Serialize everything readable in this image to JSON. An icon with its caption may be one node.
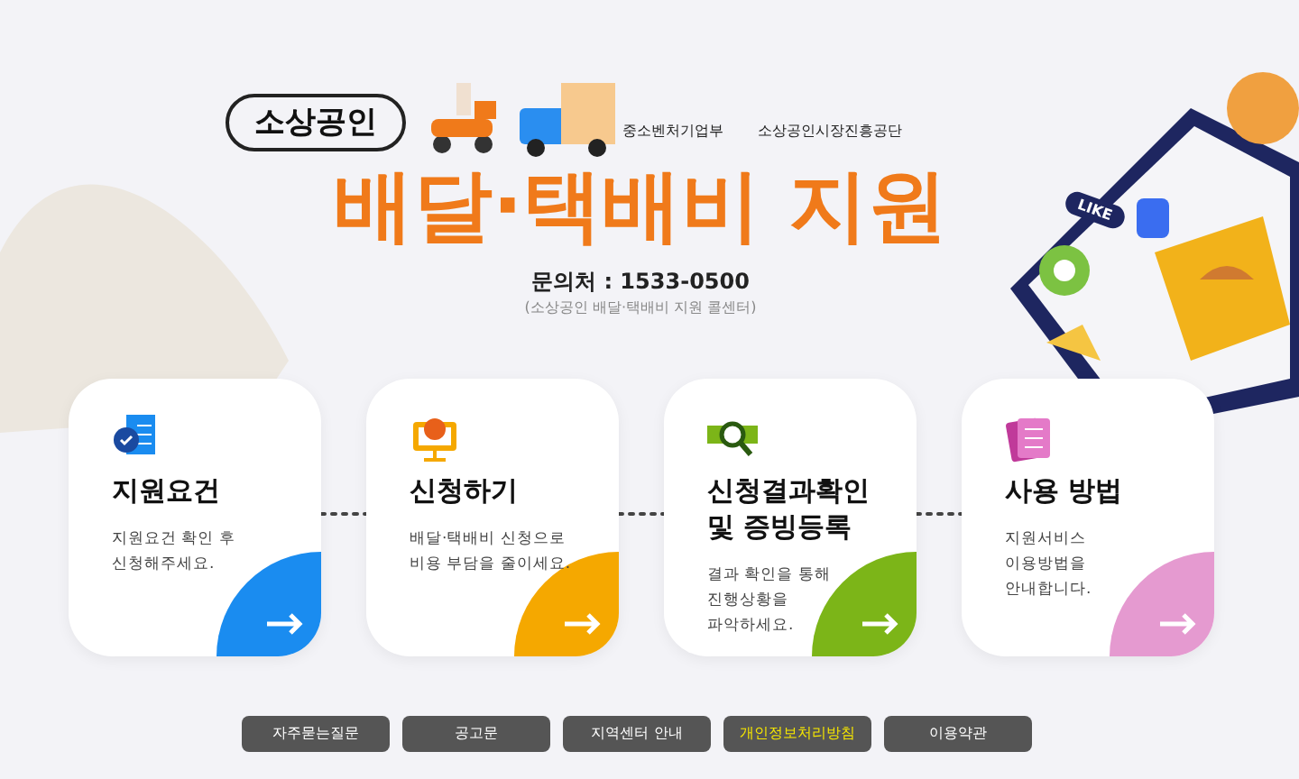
{
  "diagram": {
    "title": "배달·택배비 지원",
    "nodes": [
      {
        "text": [
          "지원요건",
          "지원요건 확인 후 신청해주세요."
        ]
      },
      {
        "text": [
          "신청하기",
          "배달·택배비 신청으로 비용 부담을 줄이세요."
        ]
      },
      {
        "text": [
          "신청결과확인 및 증빙등록",
          "결과 확인을 통해 진행상황을 파악하세요."
        ]
      },
      {
        "text": [
          "사용 방법",
          "지원서비스 이용방법을 안내합니다."
        ]
      }
    ],
    "edges": [
      {
        "from": 0,
        "to": 1,
        "arrow": "none",
        "style": "dashed"
      },
      {
        "from": 1,
        "to": 2,
        "arrow": "none",
        "style": "dashed"
      },
      {
        "from": 2,
        "to": 3,
        "arrow": "none",
        "style": "dashed"
      }
    ],
    "labels": [
      "소상공인",
      "중소벤처기업부",
      "소상공인시장진흥공단",
      "문의처 : 1533-0500",
      "(소상공인 배달·택배비 지원 콜센터)",
      "LIKE",
      "자주묻는질문",
      "공고문",
      "지역센터 안내",
      "개인정보처리방침",
      "이용약관"
    ]
  }
}
